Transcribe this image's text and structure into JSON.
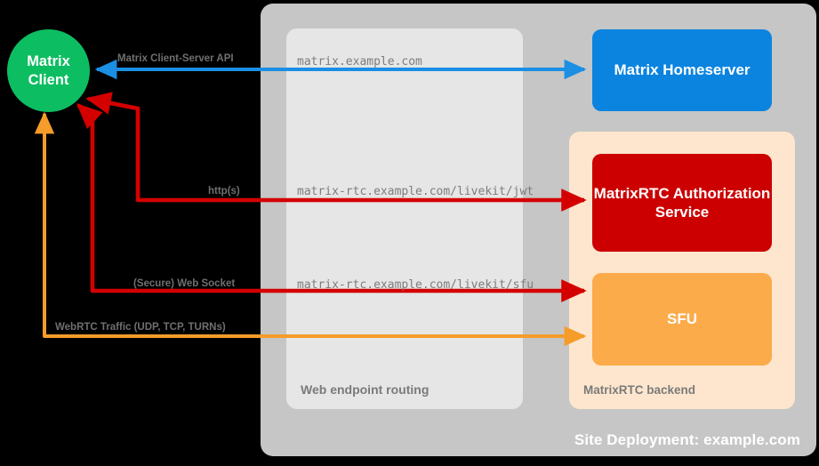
{
  "diagram": {
    "title": "Site Deployment: example.com",
    "colors": {
      "client_green": "#0dbd62",
      "homeserver_blue": "#0b84e0",
      "auth_red": "#cc0000",
      "sfu_orange": "#fbab4a",
      "site_container_gray": "#c6c6c6",
      "routing_box_gray": "#e6e6e6",
      "rtc_box_peach": "#fde6cd",
      "edge_blue": "#1a8fe3",
      "edge_red": "#d40000",
      "edge_orange": "#f59c2a",
      "label_gray": "#6f6f6f"
    }
  },
  "containers": {
    "site": {
      "label": "Site Deployment: example.com"
    },
    "routing": {
      "label": "Web endpoint routing"
    },
    "rtc_backend": {
      "label": "MatrixRTC backend"
    }
  },
  "nodes": {
    "client": {
      "line1": "Matrix",
      "line2": "Client"
    },
    "homeserver": {
      "label": "Matrix Homeserver"
    },
    "auth_service": {
      "label": "MatrixRTC Authorization Service"
    },
    "sfu": {
      "label": "SFU"
    }
  },
  "edges": [
    {
      "id": "client-server-api",
      "label": "Matrix Client-Server API",
      "endpoint": "matrix.example.com",
      "color": "#1a8fe3",
      "direction": "bidirectional",
      "from": "Matrix Client",
      "to": "Matrix Homeserver"
    },
    {
      "id": "http-jwt",
      "label": "http(s)",
      "endpoint": "matrix-rtc.example.com/livekit/jwt",
      "color": "#d40000",
      "direction": "bidirectional",
      "from": "Matrix Client",
      "to": "MatrixRTC Authorization Service"
    },
    {
      "id": "secure-websocket",
      "label": "(Secure) Web Socket",
      "endpoint": "matrix-rtc.example.com/livekit/sfu",
      "color": "#d40000",
      "direction": "bidirectional",
      "from": "Matrix Client",
      "to": "SFU"
    },
    {
      "id": "webrtc-traffic",
      "label": "WebRTC Traffic (UDP, TCP, TURNs)",
      "endpoint": "",
      "color": "#f59c2a",
      "direction": "bidirectional",
      "from": "Matrix Client",
      "to": "SFU"
    }
  ]
}
